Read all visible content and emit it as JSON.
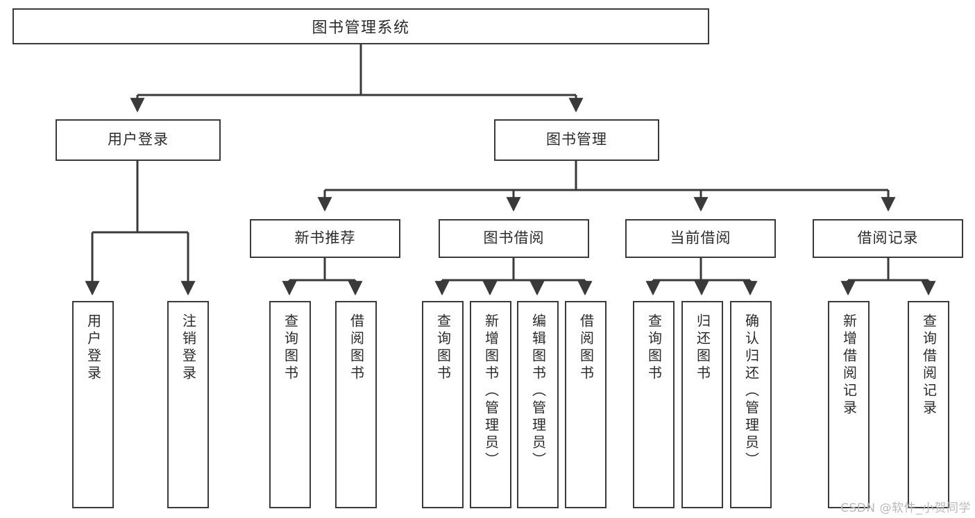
{
  "diagram": {
    "type": "tree",
    "title": "图书管理系统",
    "watermark": "CSDN @软件_小贺同学",
    "colors": {
      "stroke": "#3a3a3a",
      "box_fill": "#ffffff",
      "text": "#2b2b2b",
      "background": "#ffffff",
      "watermark": "#b9b9b9"
    },
    "root": {
      "label": "图书管理系统",
      "children": [
        {
          "label": "用户登录",
          "children": [
            {
              "label": "用户登录"
            },
            {
              "label": "注销登录"
            }
          ]
        },
        {
          "label": "图书管理",
          "children": [
            {
              "label": "新书推荐",
              "children": [
                {
                  "label": "查询图书"
                },
                {
                  "label": "借阅图书"
                }
              ]
            },
            {
              "label": "图书借阅",
              "children": [
                {
                  "label": "查询图书"
                },
                {
                  "label": "新增图书（管理员）"
                },
                {
                  "label": "编辑图书（管理员）"
                },
                {
                  "label": "借阅图书"
                }
              ]
            },
            {
              "label": "当前借阅",
              "children": [
                {
                  "label": "查询图书"
                },
                {
                  "label": "归还图书"
                },
                {
                  "label": "确认归还（管理员）"
                }
              ]
            },
            {
              "label": "借阅记录",
              "children": [
                {
                  "label": "新增借阅记录"
                },
                {
                  "label": "查询借阅记录"
                }
              ]
            }
          ]
        }
      ]
    },
    "nodes": {
      "root": "图书管理系统",
      "user_login": "用户登录",
      "book_manage": "图书管理",
      "new_book_rec": "新书推荐",
      "book_borrow": "图书借阅",
      "current_borrow": "当前借阅",
      "borrow_record": "借阅记录",
      "leaf_user_login": "用户登录",
      "leaf_user_logout": "注销登录",
      "leaf_rec_query": "查询图书",
      "leaf_rec_borrow": "借阅图书",
      "leaf_borrow_query": "查询图书",
      "leaf_borrow_add": "新增图书（管理员）",
      "leaf_borrow_edit": "编辑图书（管理员）",
      "leaf_borrow_borrow": "借阅图书",
      "leaf_cur_query": "查询图书",
      "leaf_cur_return": "归还图书",
      "leaf_cur_confirm": "确认归还（管理员）",
      "leaf_rec_add": "新增借阅记录",
      "leaf_rec_search": "查询借阅记录"
    }
  }
}
